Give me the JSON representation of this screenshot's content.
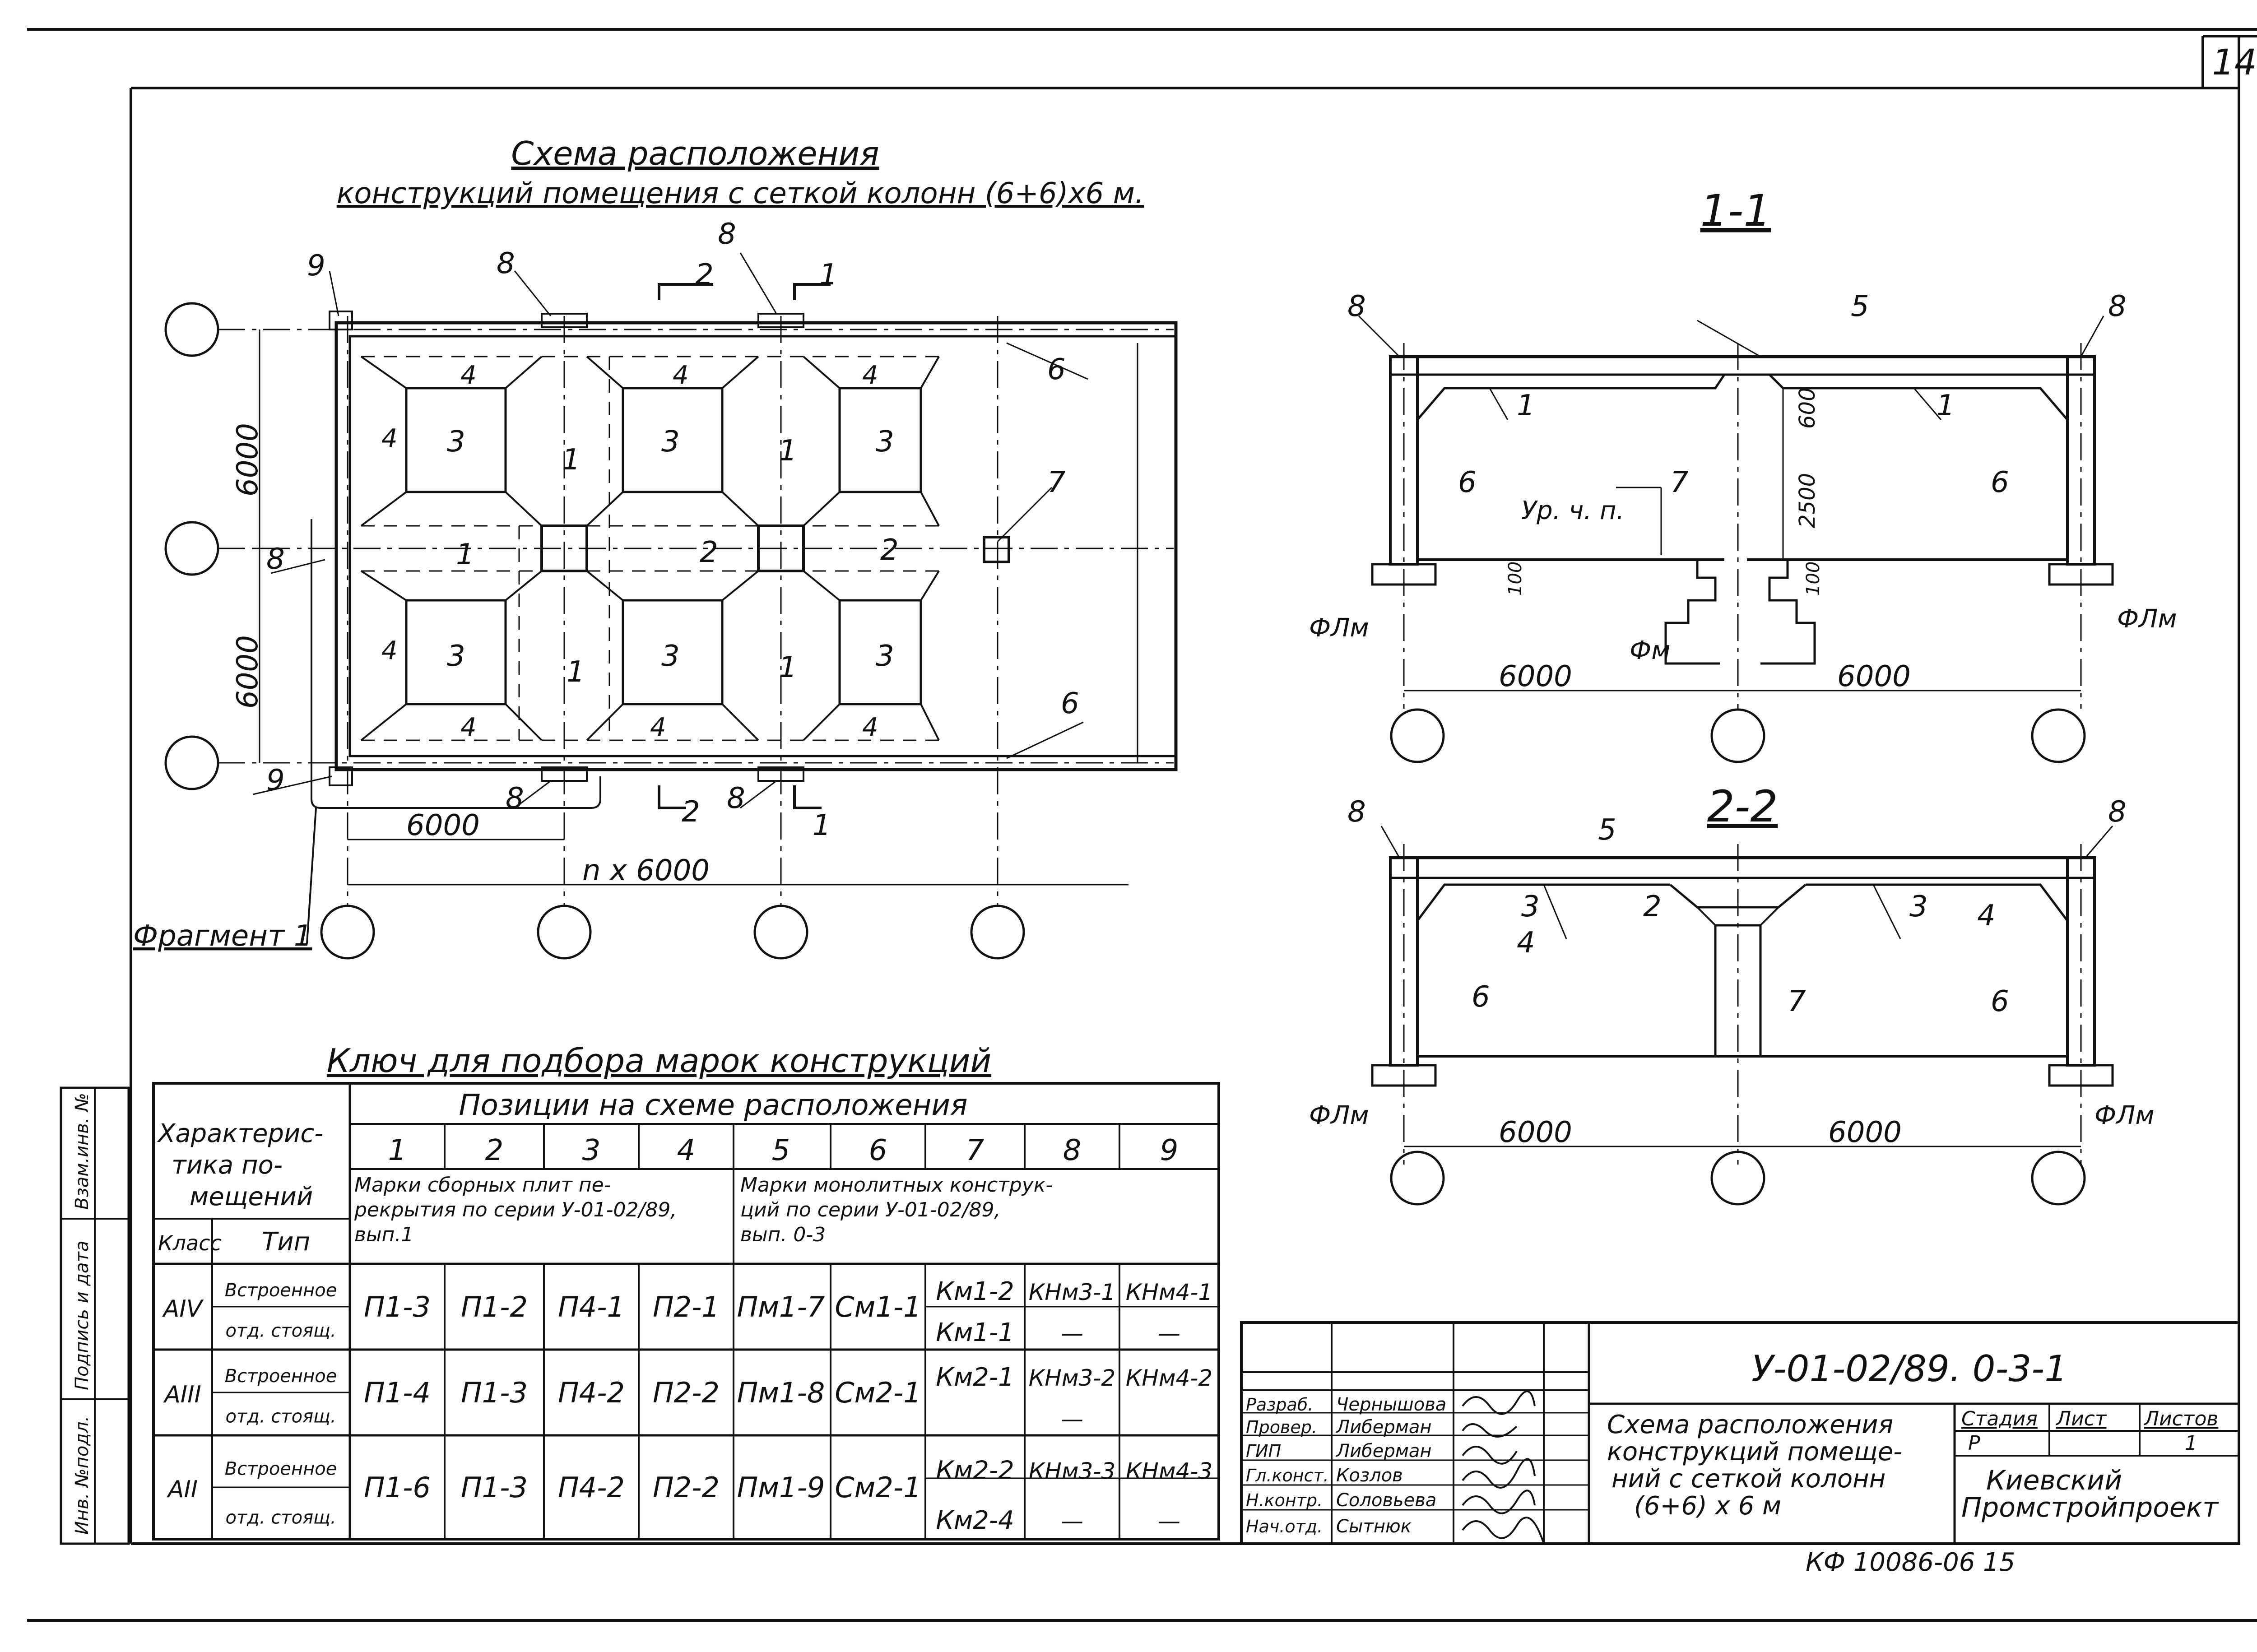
{
  "sheet_number": "14",
  "plan": {
    "title_line1": "Схема расположения",
    "title_line2": "конструкций помещения с сеткой колонн (6+6)x6 м.",
    "dim_6000_vertical": "6000",
    "dim_6000_bottom": "6000",
    "dim_n6000": "n x 6000",
    "fragment_label": "Фрагмент 1",
    "section_marks": [
      "2",
      "1"
    ],
    "position_labels": [
      "1",
      "2",
      "3",
      "4",
      "6",
      "7",
      "8",
      "9"
    ]
  },
  "section_1_1": {
    "title": "1-1",
    "dims": [
      "6000",
      "6000"
    ],
    "dim_600": "600",
    "dim_2500": "2500",
    "dim_100": "100",
    "level_label": "Ур. ч. п.",
    "foundation_labels": [
      "ФЛм",
      "Фм",
      "ФЛм"
    ]
  },
  "section_2_2": {
    "title": "2-2",
    "dims": [
      "6000",
      "6000"
    ],
    "foundation_labels": [
      "ФЛм",
      "ФЛм"
    ]
  },
  "key_table": {
    "title": "Ключ для подбора марок конструкций",
    "header_char": "Характеристика помещений",
    "header_positions": "Позиции на схеме расположения",
    "col_numbers": [
      "1",
      "2",
      "3",
      "4",
      "5",
      "6",
      "7",
      "8",
      "9"
    ],
    "group1": "Марки сборных плит перекрытия по серии У-01-02/89, вып.1",
    "group2": "Марки монолитных конструкций по серии У-01-02/89, вып. 0-3",
    "col_class": "Класс",
    "col_type": "Тип",
    "rows": [
      {
        "class": "АIV",
        "type1": "Встроенное",
        "type2": "отд. стоящ.",
        "c1": "П1-3",
        "c2": "П1-2",
        "c3": "П4-1",
        "c4": "П2-1",
        "c5": "Пм1-7",
        "c6": "См1-1",
        "c7a": "Км1-2",
        "c7b": "Км1-1",
        "c8a": "КНм3-1",
        "c8b": "—",
        "c9a": "КНм4-1",
        "c9b": "—"
      },
      {
        "class": "АIII",
        "type1": "Встроенное",
        "type2": "отд. стоящ.",
        "c1": "П1-4",
        "c2": "П1-3",
        "c3": "П4-2",
        "c4": "П2-2",
        "c5": "Пм1-8",
        "c6": "См2-1",
        "c7a": "Км2-1",
        "c7b": "",
        "c8a": "КНм3-2",
        "c8b": "—",
        "c9a": "КНм4-2",
        "c9b": ""
      },
      {
        "class": "АII",
        "type1": "Встроенное",
        "type2": "отд. стоящ.",
        "c1": "П1-6",
        "c2": "П1-3",
        "c3": "П4-2",
        "c4": "П2-2",
        "c5": "Пм1-9",
        "c6": "См2-1",
        "c7a": "Км2-2",
        "c7b": "Км2-4",
        "c8a": "КНм3-3",
        "c8b": "—",
        "c9a": "КНм4-3",
        "c9b": "—"
      }
    ]
  },
  "side_stamp": [
    "Инв. №подл.",
    "Подпись и дата",
    "Взам.инв. №"
  ],
  "title_block": {
    "code": "У-01-02/89. 0-3-1",
    "roles": [
      "Разраб.",
      "Провер.",
      "ГИП",
      "Гл.конст.",
      "Н.контр.",
      "Нач.отд."
    ],
    "names": [
      "Чернышова",
      "Либерман",
      "Либерман",
      "Козлов",
      "Соловьева",
      "Сытнюк"
    ],
    "description": [
      "Схема расположения",
      "конструкций помеще-",
      "ний с сеткой колонн",
      "(6+6) x 6 м"
    ],
    "stage_label": "Стадия",
    "sheet_label": "Лист",
    "sheets_label": "Листов",
    "stage": "Р",
    "sheets": "1",
    "org_line1": "Киевский",
    "org_line2": "Промстройпроект",
    "footer": "КФ 10086-06   15"
  }
}
